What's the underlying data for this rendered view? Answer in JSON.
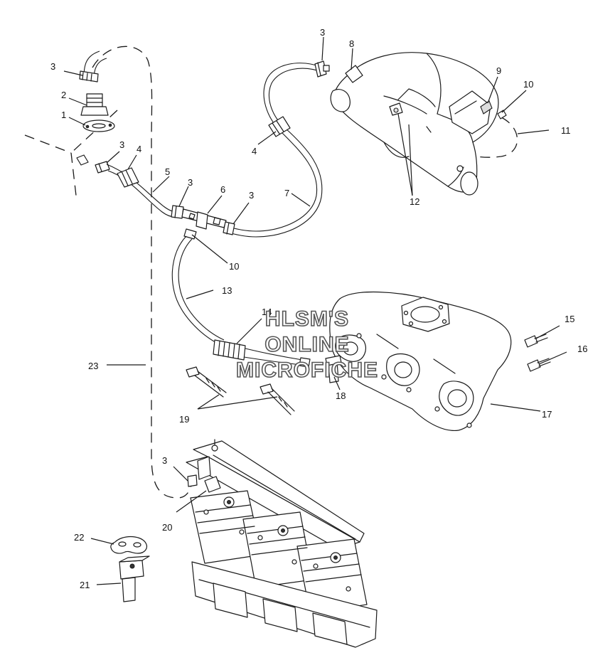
{
  "watermark": {
    "line1": "HLSM'S",
    "line2": "ONLINE",
    "line3": "MICROFICHE"
  },
  "callouts": {
    "c1": "1",
    "c2": "2",
    "c3a": "3",
    "c3b": "3",
    "c3c": "3",
    "c3d": "3",
    "c3e": "3",
    "c3f": "3",
    "c4a": "4",
    "c4b": "4",
    "c5": "5",
    "c6": "6",
    "c7": "7",
    "c8": "8",
    "c9": "9",
    "c10a": "10",
    "c10b": "10",
    "c11": "11",
    "c12": "12",
    "c13": "13",
    "c14": "14",
    "c15": "15",
    "c16": "16",
    "c17": "17",
    "c18": "18",
    "c19": "19",
    "c20": "20",
    "c21": "21",
    "c22": "22",
    "c23": "23"
  }
}
